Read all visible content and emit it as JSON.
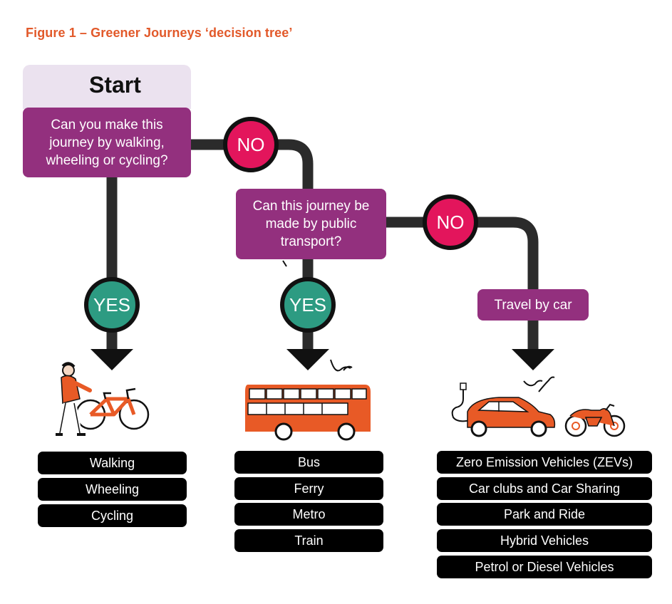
{
  "title": "Figure 1 – Greener Journeys ‘decision tree’",
  "start_label": "Start",
  "question1": "Can you make this journey by walking, wheeling or cycling?",
  "question2": "Can this journey be made by public transport?",
  "badges": {
    "no": "NO",
    "yes": "YES"
  },
  "travel_by_car": "Travel by car",
  "active_travel_options": [
    "Walking",
    "Wheeling",
    "Cycling"
  ],
  "public_transport_options": [
    "Bus",
    "Ferry",
    "Metro",
    "Train"
  ],
  "car_options": [
    "Zero Emission Vehicles (ZEVs)",
    "Car clubs and Car Sharing",
    "Park and Ride",
    "Hybrid Vehicles",
    "Petrol or Diesel Vehicles"
  ],
  "colors": {
    "title": "#e2592a",
    "question": "#93307e",
    "no_badge": "#e3155c",
    "yes_badge": "#2d9b82",
    "path": "#2b2b2b",
    "illustration": "#e85a26"
  },
  "icons": [
    "start-flag-icon",
    "walking-cyclist-illustration",
    "double-decker-bus-illustration",
    "car-and-motorbike-illustration"
  ]
}
